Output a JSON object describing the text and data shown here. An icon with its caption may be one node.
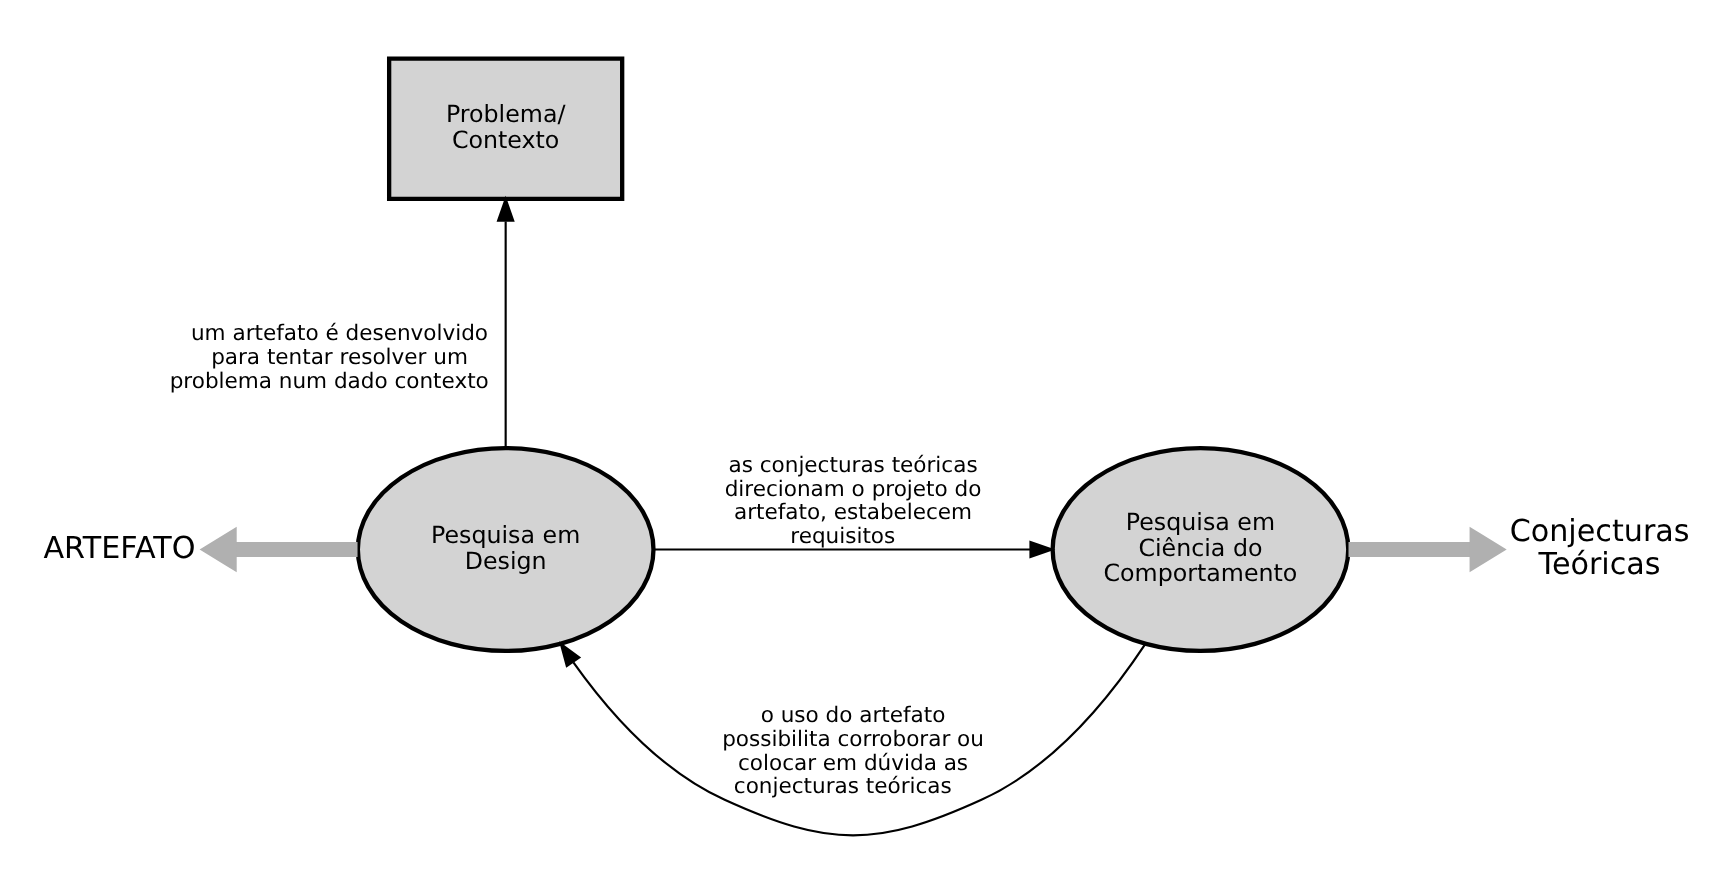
{
  "diagram": {
    "nodes": [
      {
        "text": [
          "Problema/ Contexto"
        ]
      },
      {
        "text": [
          "Pesquisa em Design"
        ]
      },
      {
        "text": [
          "Pesquisa em Ciência do Comportamento"
        ]
      },
      {
        "text": [
          "ARTEFATO"
        ]
      },
      {
        "text": [
          "Conjecturas Teóricas"
        ]
      }
    ],
    "edges": [
      {
        "from": 1,
        "to": 0,
        "arrow": "to",
        "label": "um artefato é desenvolvido para tentar resolver um problema num dado contexto"
      },
      {
        "from": 2,
        "to": 1,
        "arrow": "to",
        "label": "o uso do artefato possibilita corroborar ou colocar em dúvida as conjecturas teóricas"
      },
      {
        "from": 1,
        "to": 2,
        "arrow": "to",
        "label": "as conjecturas teóricas direcionam o projeto do artefato, estabelecem requisitos"
      },
      {
        "from": 1,
        "to": 3,
        "arrow": "to",
        "style": "thick",
        "color": "#b0b0b0"
      },
      {
        "from": 2,
        "to": 4,
        "arrow": "to",
        "style": "thick",
        "color": "#b0b0b0"
      }
    ]
  }
}
